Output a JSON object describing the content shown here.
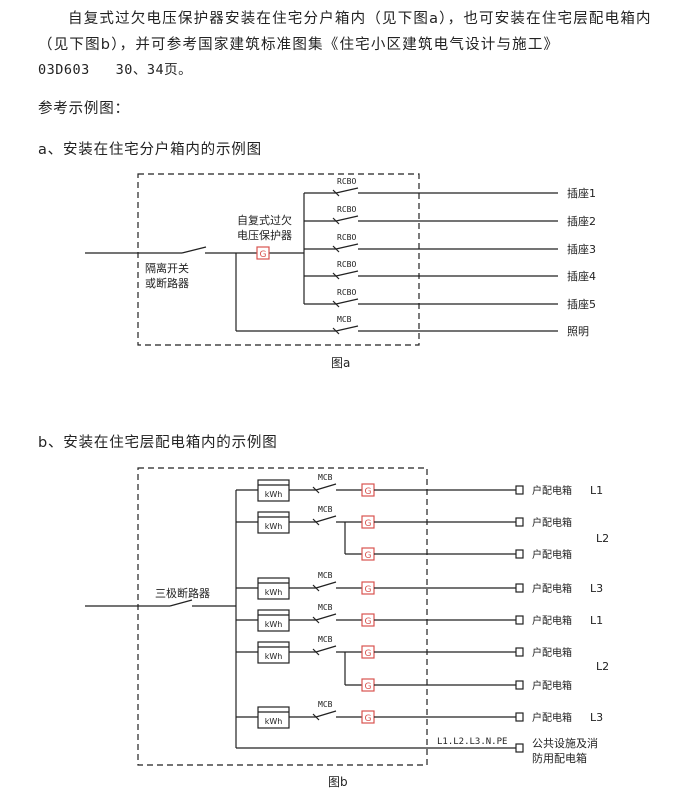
{
  "text": {
    "paragraph": "自复式过欠电压保护器安装在住宅分户箱内（见下图a），也可安装在住宅层配电箱内（见下图b），并可参考国家建筑标准图集《住宅小区建筑电气设计与施工》",
    "reference": "03D603   30、34页。",
    "examples_title": "参考示例图：",
    "section_a_title": "a、安装在住宅分户箱内的示例图",
    "section_b_title": "b、安装在住宅层配电箱内的示例图"
  },
  "diagram_a": {
    "caption": "图a",
    "isolator_label_1": "隔离开关",
    "isolator_label_2": "或断路器",
    "protector_label_1": "自复式过欠",
    "protector_label_2": "电压保护器",
    "protector_symbol": "G",
    "branches": [
      {
        "breaker": "RCBO",
        "load": "插座1"
      },
      {
        "breaker": "RCBO",
        "load": "插座2"
      },
      {
        "breaker": "RCBO",
        "load": "插座3"
      },
      {
        "breaker": "RCBO",
        "load": "插座4"
      },
      {
        "breaker": "RCBO",
        "load": "插座5"
      },
      {
        "breaker": "MCB",
        "load": "照明"
      }
    ]
  },
  "diagram_b": {
    "caption": "图b",
    "main_breaker_label": "三极断路器",
    "meter_label": "kWh",
    "breaker_label": "MCB",
    "protector_symbol": "G",
    "outputs": [
      {
        "label": "户配电箱",
        "phase": "L1"
      },
      {
        "label": "户配电箱",
        "phase": ""
      },
      {
        "label": "户配电箱",
        "phase": ""
      },
      {
        "label": "户配电箱",
        "phase": "L3"
      },
      {
        "label": "户配电箱",
        "phase": "L1"
      },
      {
        "label": "户配电箱",
        "phase": ""
      },
      {
        "label": "户配电箱",
        "phase": ""
      },
      {
        "label": "户配电箱",
        "phase": "L3"
      }
    ],
    "pair_phase_1": "L2",
    "pair_phase_2": "L2",
    "public_bus_label": "L1.L2.L3.N.PE",
    "public_load_1": "公共设施及消",
    "public_load_2": "防用配电箱"
  },
  "colors": {
    "line": "#222222",
    "protector": "#d9534f"
  }
}
